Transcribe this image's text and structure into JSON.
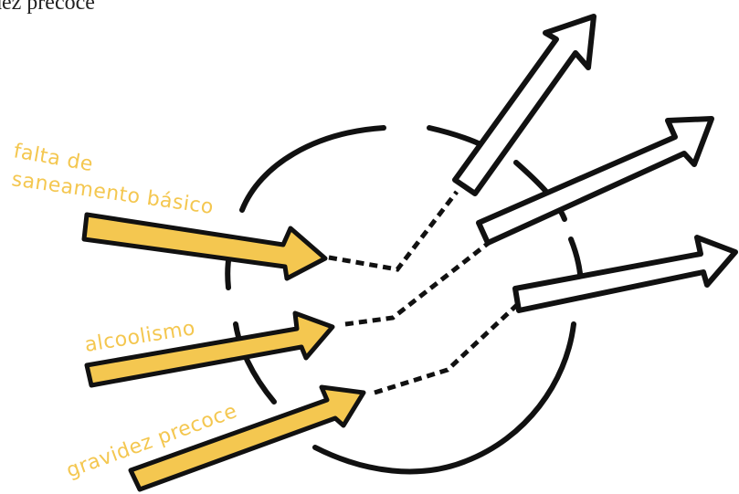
{
  "caption": "dez precoce",
  "labels": {
    "cause1_line1": "falta de",
    "cause1_line2": "saneamento básico",
    "cause2": "alcoolismo",
    "cause3": "gravidez precoce"
  },
  "colors": {
    "cause_arrow_fill": "#f4c750",
    "cause_label": "#f4c750",
    "outline": "#111111",
    "effect_arrow_fill": "#ffffff",
    "background": "#ffffff"
  }
}
